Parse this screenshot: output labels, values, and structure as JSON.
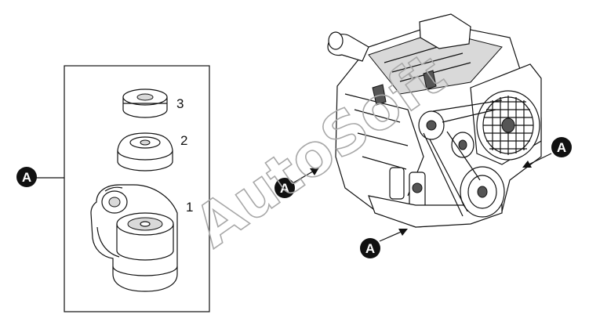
{
  "callouts": {
    "part_3": "3",
    "part_2": "2",
    "part_1": "1",
    "view_marker": "A"
  },
  "watermark": "AutoSoft"
}
